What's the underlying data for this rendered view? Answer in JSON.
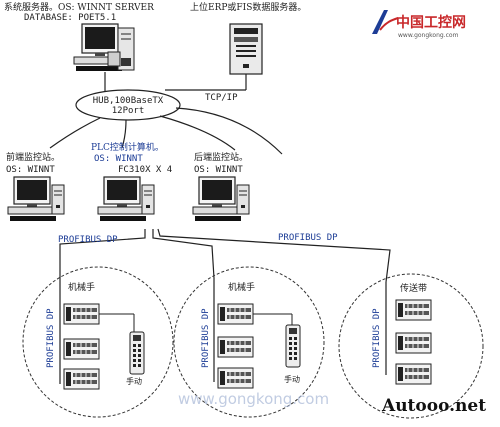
{
  "server": {
    "line1": "系统服务器。OS: WINNT SERVER",
    "line2": "DATABASE: POET5.1"
  },
  "erp": {
    "label": "上位ERP或FIS数据服务器。"
  },
  "hub": {
    "line1": "HUB,100BaseTX",
    "line2": "12Port"
  },
  "tcpip": "TCP/IP",
  "stations": {
    "left": {
      "line1": "前端监控站。",
      "line2": "OS: WINNT"
    },
    "center": {
      "line1": "PLC控制计算机。",
      "line2": "OS: WINNT",
      "line3": "FC310X X 4"
    },
    "right": {
      "line1": "后端监控站。",
      "line2": "OS: WINNT"
    }
  },
  "profibus": {
    "left": "PROFIBUS DP",
    "right": "PROFIBUS DP",
    "vertical": "PROFIBUS DP"
  },
  "cells": {
    "left": {
      "title": "机械手",
      "manual": "手动"
    },
    "center": {
      "title": "机械手",
      "manual": "手动"
    },
    "right": {
      "title": "传送带"
    }
  },
  "logo": {
    "main": "中国工控网",
    "sub": "www.gongkong.com"
  },
  "watermark": "www.gongkong.com",
  "brand": "Autooo.net",
  "colors": {
    "blue_text": "#1d3d96",
    "logo_red": "#c8282a",
    "line": "#222222"
  }
}
